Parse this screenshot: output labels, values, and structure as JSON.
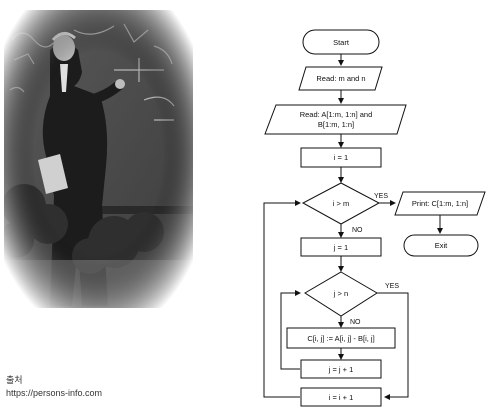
{
  "photo": {
    "alt": "Black and white photo of a man in a suit standing at a chalkboard"
  },
  "credit": {
    "line1": "출처",
    "line2": "https://persons-info.com"
  },
  "flowchart": {
    "start": "Start",
    "read_mn": "Read: m and n",
    "read_ab_line1": "Read: A[1:m, 1:n] and",
    "read_ab_line2": "B[1:m, 1:n]",
    "init_i": "i = 1",
    "cond_i": "i > m",
    "yes_i": "YES",
    "no_i": "NO",
    "print": "Print: C[1:m, 1:n]",
    "exit": "Exit",
    "init_j": "j = 1",
    "cond_j": "j > n",
    "yes_j": "YES",
    "no_j": "NO",
    "compute": "C[i, j] := A[i, j] - B[i, j]",
    "inc_j": "j = j + 1",
    "inc_i": "i = i + 1"
  }
}
